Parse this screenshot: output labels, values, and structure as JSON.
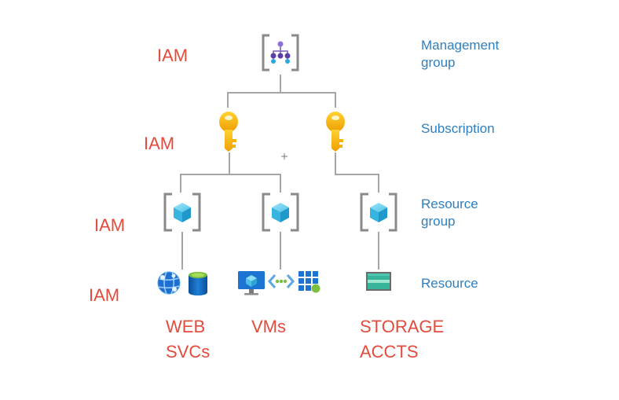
{
  "iam_labels": [
    "IAM",
    "IAM",
    "IAM",
    "IAM"
  ],
  "levels": {
    "management_group": {
      "line1": "Management",
      "line2": "group"
    },
    "subscription": "Subscription",
    "resource_group": {
      "line1": "Resource",
      "line2": "group"
    },
    "resource": "Resource"
  },
  "categories": {
    "web": {
      "line1": "WEB",
      "line2": "SVCs"
    },
    "vms": "VMs",
    "storage": {
      "line1": "STORAGE",
      "line2": "ACCTS"
    }
  },
  "icons": {
    "management_group": "management-group-icon",
    "subscription": "key-icon",
    "resource_group": "resource-group-icon",
    "web_app": "globe-icon",
    "sql_database": "database-icon",
    "virtual_machine": "monitor-icon",
    "virtual_network": "network-icon",
    "vm_scale_set": "grid-icon",
    "storage_account": "storage-icon"
  },
  "colors": {
    "iam_red": "#e34c3c",
    "level_blue": "#2f7fbf",
    "connector_gray": "#a6a6a6",
    "bracket_gray": "#8a8a8a",
    "key_gold": "#f4b400",
    "cube_cyan": "#5bc8ea"
  }
}
